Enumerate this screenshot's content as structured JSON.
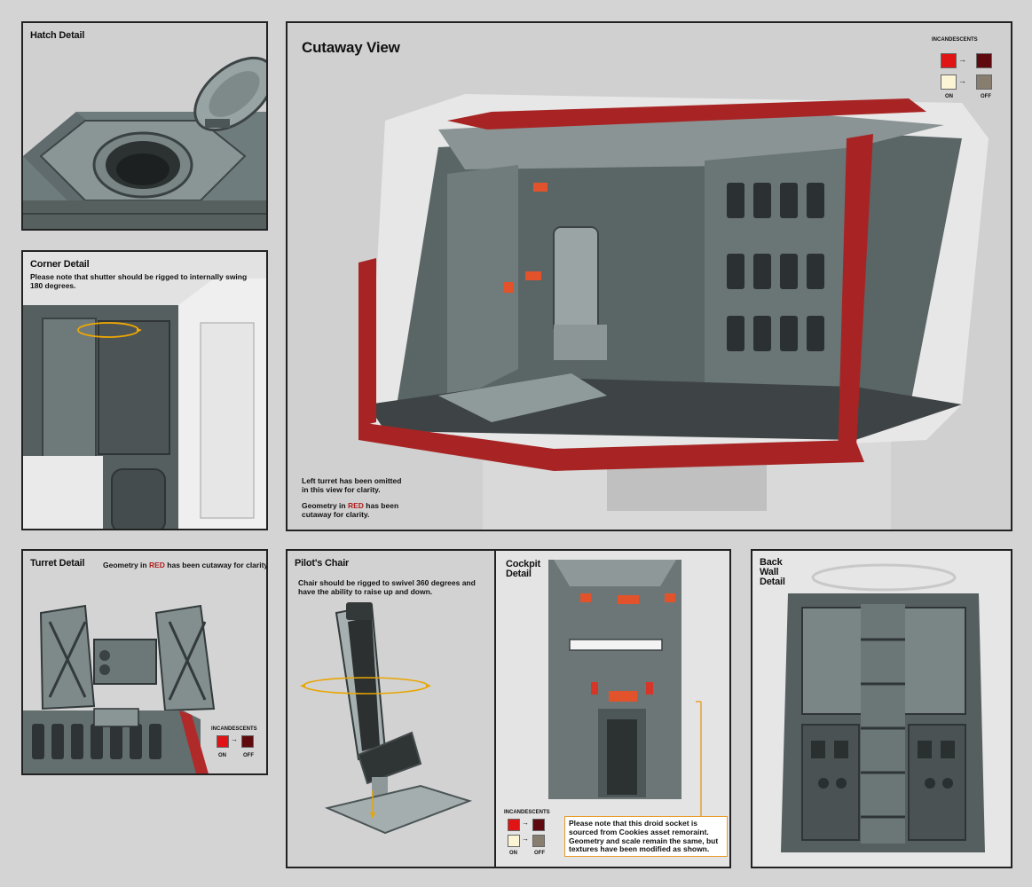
{
  "hatch": {
    "title": "Hatch Detail"
  },
  "corner": {
    "title": "Corner Detail",
    "note": "Please note that shutter should be rigged to internally swing 180 degrees."
  },
  "cutaway": {
    "title": "Cutaway View",
    "note1": "Left turret has been omitted in this view for clarity.",
    "note2_prefix": "Geometry in ",
    "note2_red": "RED",
    "note2_suffix": " has been cutaway for clarity."
  },
  "turret": {
    "title": "Turret Detail",
    "note_prefix": "Geometry in ",
    "note_red": "RED",
    "note_suffix": " has been cutaway for clarity."
  },
  "chair": {
    "title": "Pilot's Chair",
    "note": "Chair should be rigged to swivel 360 degrees and have the ability to raise up and down."
  },
  "cockpit": {
    "title": "Cockpit Detail",
    "callout": "Please note that this droid socket is sourced from Cookies asset remoraint. Geometry and scale remain the same, but textures have been modified as shown."
  },
  "backwall": {
    "title": "Back Wall Detail"
  },
  "legend": {
    "title": "INCANDESCENTS",
    "on": "ON",
    "off": "OFF",
    "colors": {
      "red_on": "#e01414",
      "red_off": "#5e0a0e",
      "cream_on": "#fbf5d6",
      "cream_off": "#877e6f"
    }
  }
}
